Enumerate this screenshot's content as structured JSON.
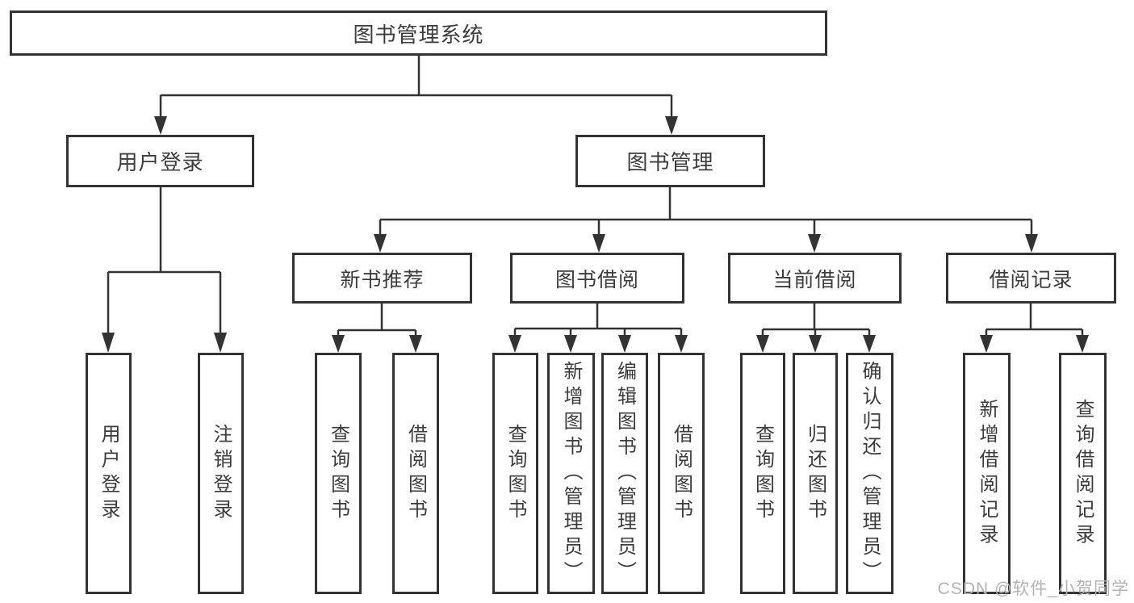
{
  "diagram": {
    "root": {
      "label": "图书管理系统"
    },
    "level1": [
      {
        "label": "用户登录"
      },
      {
        "label": "图书管理"
      }
    ],
    "level2": [
      {
        "label": "新书推荐"
      },
      {
        "label": "图书借阅"
      },
      {
        "label": "当前借阅"
      },
      {
        "label": "借阅记录"
      }
    ],
    "leaves": [
      {
        "label": "用户登录"
      },
      {
        "label": "注销登录"
      },
      {
        "label": "查询图书"
      },
      {
        "label": "借阅图书"
      },
      {
        "label": "查询图书"
      },
      {
        "label": "新增图书（管理员）"
      },
      {
        "label": "编辑图书（管理员）"
      },
      {
        "label": "借阅图书"
      },
      {
        "label": "查询图书"
      },
      {
        "label": "归还图书"
      },
      {
        "label": "确认归还（管理员）"
      },
      {
        "label": "新增借阅记录"
      },
      {
        "label": "查询借阅记录"
      }
    ]
  },
  "watermark": "CSDN @软件_小贺同学",
  "colors": {
    "line": "#333333",
    "text": "#3c3c3c",
    "watermark": "#b3b3b3",
    "background": "#ffffff"
  }
}
